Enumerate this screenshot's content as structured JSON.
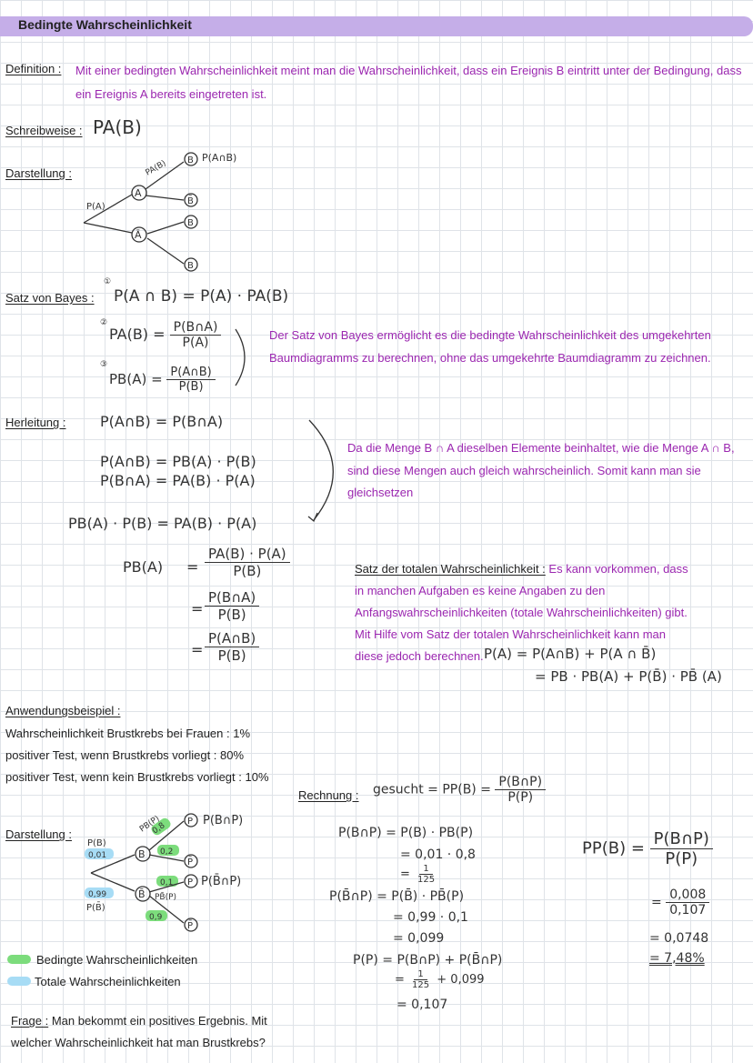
{
  "title": "Bedingte Wahrscheinlichkeit",
  "definition": {
    "label": "Definition :",
    "line1": "Mit einer bedingten Wahrscheinlichkeit meint man die Wahrscheinlichkeit, dass ein Ereignis B eintritt unter der Bedingung, dass",
    "line2": "ein Ereignis A bereits eingetreten ist."
  },
  "schreibweise": {
    "label": "Schreibweise :",
    "formula": "PA(B)"
  },
  "darstellung1": {
    "label": "Darstellung :",
    "labels": [
      "P(A)",
      "PA(B)",
      "A",
      "B",
      "B̄",
      "Ā",
      "B",
      "B",
      "P(A∩B)"
    ]
  },
  "bayes": {
    "label": "Satz von Bayes :",
    "f1": "P(A ∩ B)  =  P(A) · PA(B)",
    "f2_lhs": "PA(B) =",
    "f2_num": "P(B∩A)",
    "f2_den": "P(A)",
    "f3_lhs": "PB(A) =",
    "f3_num": "P(A∩B)",
    "f3_den": "P(B)",
    "markers": [
      "①",
      "②",
      "③"
    ],
    "note1": "Der Satz von Bayes ermöglicht es die bedingte Wahrscheinlichkeit des umgekehrten",
    "note2": "Baumdiagramms zu berechnen, ohne das umgekehrte Baumdiagramm zu zeichnen."
  },
  "herleitung": {
    "label": "Herleitung :",
    "l1": "P(A∩B)  =  P(B∩A)",
    "l2": "P(A∩B)  = PB(A) · P(B)",
    "l3": "P(B∩A) = PA(B) · P(A)",
    "l4": "PB(A) · P(B) = PA(B) · P(A)",
    "l5_lhs": "PB(A)",
    "l5_num": "PA(B) · P(A)",
    "l5_den": "P(B)",
    "l6_num": "P(B∩A)",
    "l6_den": "P(B)",
    "l7_num": "P(A∩B)",
    "l7_den": "P(B)",
    "eq": "=",
    "note1": "Da die Menge B ∩ A dieselben Elemente beinhaltet, wie die Menge A ∩ B,",
    "note2": "sind diese Mengen auch gleich wahrscheinlich. Somit kann man sie",
    "note3": "gleichsetzen"
  },
  "totale": {
    "label": "Satz der totalen Wahrscheinlichkeit :",
    "t1": "Es kann vorkommen, dass",
    "t2": "in manchen Aufgaben es keine Angaben zu den",
    "t3": "Anfangswahrscheinlichkeiten (totale Wahrscheinlichkeiten) gibt.",
    "t4": "Mit Hilfe vom Satz der totalen Wahrscheinlichkeit kann man",
    "t5": "diese jedoch berechnen.",
    "f1": "P(A) = P(A∩B) + P(A ∩ B̄)",
    "f2": "= PB · PB(A) + P(B̄) · PB̄ (A)"
  },
  "beispiel": {
    "label": "Anwendungsbeispiel :",
    "l1": "Wahrscheinlichkeit Brustkrebs bei Frauen : 1%",
    "l2": "positiver Test, wenn Brustkrebs vorliegt : 80%",
    "l3": "positiver Test, wenn kein Brustkrebs vorliegt : 10%"
  },
  "darstellung2": {
    "label": "Darstellung :",
    "labels": [
      "P(B)",
      "0,01",
      "B",
      "PB(P)",
      "0,8",
      "P",
      "P(B∩P)",
      "0,2",
      "P̄",
      "0,99",
      "P(B̄)",
      "B̄",
      "0,1",
      "PB̄(P)",
      "P",
      "P(B̄∩P)",
      "0,9",
      "P̄"
    ]
  },
  "legend": {
    "green": "Bedingte Wahrscheinlichkeiten",
    "blue": "Totale Wahrscheinlichkeiten",
    "green_color": "#7cdc7c",
    "blue_color": "#a7dcf5"
  },
  "frage": {
    "label": "Frage :",
    "t1": "Man bekommt ein positives Ergebnis. Mit",
    "t2": "welcher Wahrscheinlichkeit hat man Brustkrebs?"
  },
  "rechnung": {
    "label": "Rechnung :",
    "gesucht": "gesucht = PP(B) =",
    "g_num": "P(B∩P)",
    "g_den": "P(P)",
    "c1": "P(B∩P) = P(B) · PB(P)",
    "c2": "= 0,01 · 0,8",
    "c3_num": "1",
    "c3_den": "125",
    "c4": "P(B̄∩P) = P(B̄) · PB̄(P)",
    "c5": "= 0,99 · 0,1",
    "c6": "= 0,099",
    "c7": "P(P)  =  P(B∩P) + P(B̄∩P)",
    "c8_tail": "+ 0,099",
    "c9": "= 0,107",
    "r_lhs": "PP(B) =",
    "r_num": "P(B∩P)",
    "r_den": "P(P)",
    "r2_num": "0,008",
    "r2_den": "0,107",
    "r3": "= 0,0748",
    "r4": "= 7,48%"
  }
}
